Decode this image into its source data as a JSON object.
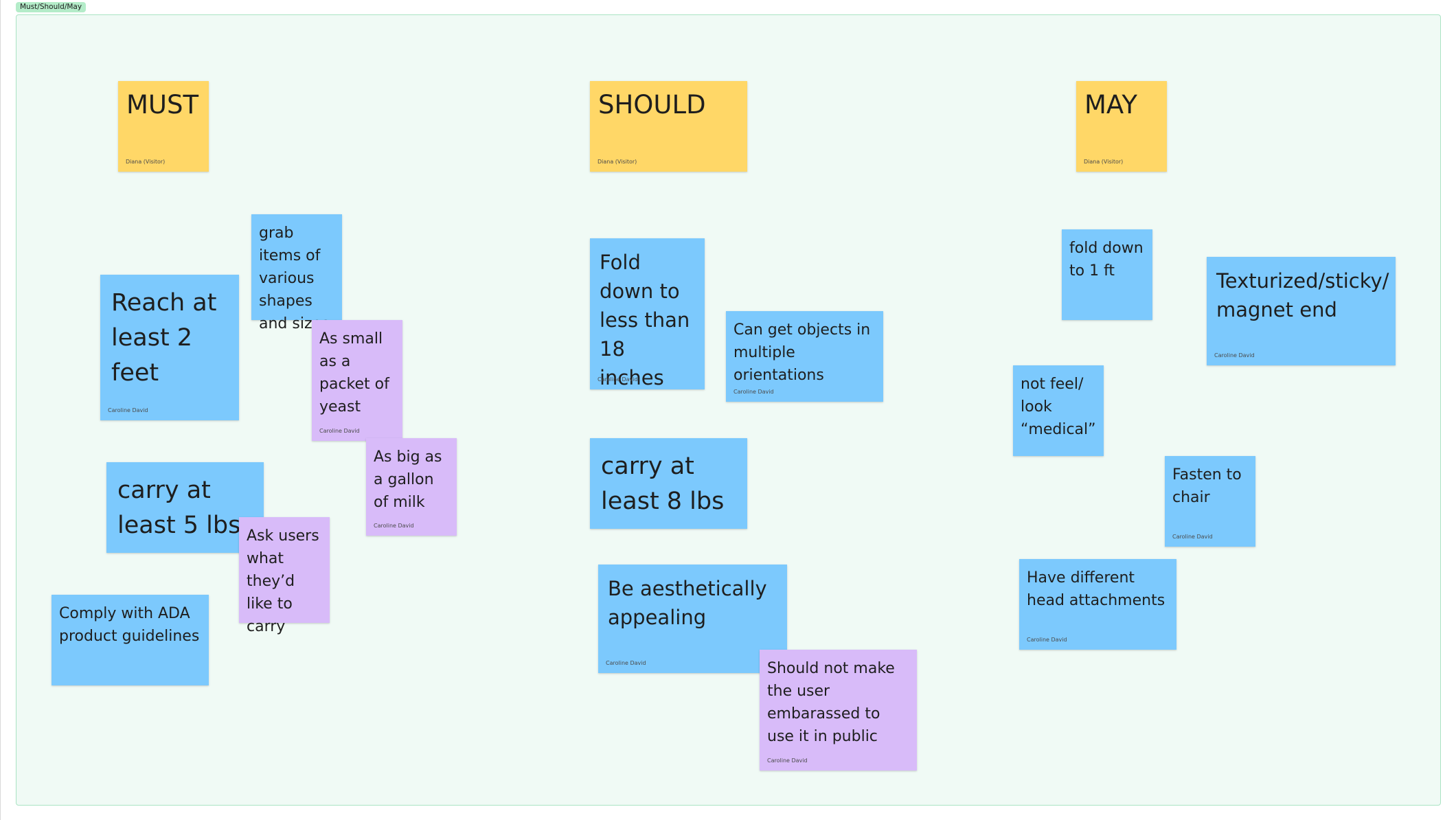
{
  "section": {
    "label": "Must/Should/May"
  },
  "headers": {
    "must": {
      "text": "MUST",
      "author": "Diana (Visitor)"
    },
    "should": {
      "text": "SHOULD",
      "author": "Diana (Visitor)"
    },
    "may": {
      "text": "MAY",
      "author": "Diana (Visitor)"
    }
  },
  "notes": {
    "reach": {
      "text": "Reach at least 2 feet",
      "author": "Caroline David"
    },
    "grab": {
      "text": "grab items of various shapes and sizes",
      "author": ""
    },
    "small": {
      "text": "As small as a packet of yeast",
      "author": "Caroline David"
    },
    "big": {
      "text": "As big as a gallon of milk",
      "author": "Caroline David"
    },
    "carry5": {
      "text": "carry at least 5 lbs",
      "author": ""
    },
    "askusers": {
      "text": "Ask users what they’d like to carry",
      "author": ""
    },
    "ada": {
      "text": "Comply with ADA product guidelines",
      "author": ""
    },
    "fold18": {
      "text": "Fold down to less than 18 inches",
      "author": "Caroline David"
    },
    "orient": {
      "text": "Can get objects in multiple orientations",
      "author": "Caroline David"
    },
    "carry8": {
      "text": "carry at least 8 lbs",
      "author": ""
    },
    "aesthetic": {
      "text": "Be aesthetically appealing",
      "author": "Caroline David"
    },
    "embarrass": {
      "text": "Should not make the user embarassed to use it in public",
      "author": "Caroline David"
    },
    "fold1": {
      "text": "fold down to 1 ft",
      "author": ""
    },
    "texturized": {
      "text": "Texturized/sticky/ magnet end",
      "author": "Caroline David"
    },
    "medical": {
      "text": "not feel/ look “medical”",
      "author": ""
    },
    "fasten": {
      "text": "Fasten to chair",
      "author": "Caroline David"
    },
    "heads": {
      "text": "Have different head attachments",
      "author": "Caroline David"
    }
  },
  "colors": {
    "header_yellow": "#ffd767",
    "note_blue": "#7cc9fd",
    "note_purple": "#d8bbf9",
    "section_fill": "#f0faf5",
    "section_border": "#a9e3c3",
    "label_green": "#b4ecc9"
  }
}
